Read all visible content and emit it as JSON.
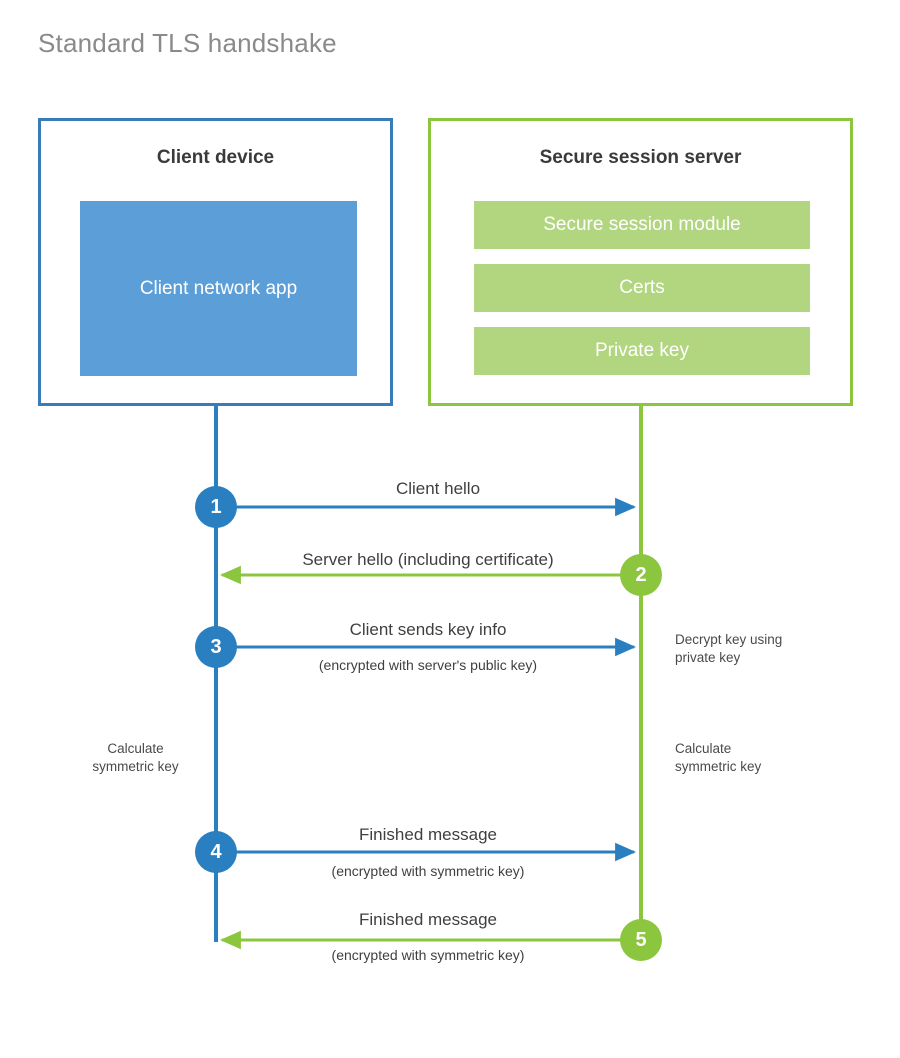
{
  "title": "Standard TLS handshake",
  "colors": {
    "client_border": "#3a7cb8",
    "client_fill": "#5c9fd8",
    "client_accent": "#2a7fc0",
    "server_border": "#8cc63f",
    "server_fill": "#b2d680",
    "server_accent": "#8cc63f",
    "title_text": "#8a8a8a",
    "body_text": "#3f3f3f",
    "background": "#ffffff"
  },
  "parties": {
    "client": {
      "title": "Client device",
      "components": [
        {
          "label": "Client network app"
        }
      ]
    },
    "server": {
      "title": "Secure session server",
      "components": [
        {
          "label": "Secure session module"
        },
        {
          "label": "Certs"
        },
        {
          "label": "Private key"
        }
      ]
    }
  },
  "steps": [
    {
      "number": "1",
      "label": "Client hello",
      "sublabel": "",
      "direction": "client-to-server",
      "origin": "client"
    },
    {
      "number": "2",
      "label": "Server hello (including certificate)",
      "sublabel": "",
      "direction": "server-to-client",
      "origin": "server"
    },
    {
      "number": "3",
      "label": "Client sends key info",
      "sublabel": "(encrypted with server's public key)",
      "direction": "client-to-server",
      "origin": "client"
    },
    {
      "number": "4",
      "label": "Finished message",
      "sublabel": "(encrypted with symmetric key)",
      "direction": "client-to-server",
      "origin": "client"
    },
    {
      "number": "5",
      "label": "Finished message",
      "sublabel": "(encrypted with symmetric key)",
      "direction": "server-to-client",
      "origin": "server"
    }
  ],
  "annotations": {
    "server_decrypt": "Decrypt key using\nprivate key",
    "server_decrypt_line1": "Decrypt key using",
    "server_decrypt_line2": "private key",
    "client_calculate_line1": "Calculate",
    "client_calculate_line2": "symmetric key",
    "server_calculate_line1": "Calculate",
    "server_calculate_line2": "symmetric key"
  }
}
